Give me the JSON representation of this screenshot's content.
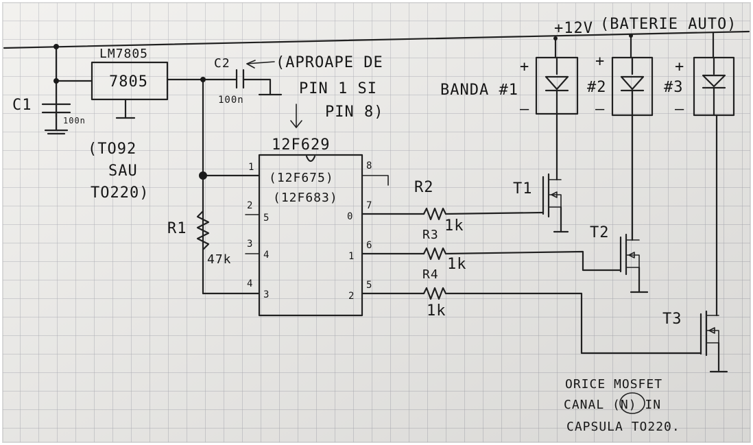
{
  "supply": {
    "label": "+12V",
    "note": "(BATERIE AUTO)"
  },
  "regulator": {
    "label": "LM7805",
    "body": "7805",
    "package_note_lines": [
      "(TO92",
      "SAU",
      "TO220)"
    ]
  },
  "c1": {
    "label": "C1",
    "value": "100n"
  },
  "c2": {
    "label": "C2",
    "value": "100n",
    "note_lines": [
      "(APROAPE DE",
      "PIN 1 SI",
      "PIN 8)"
    ]
  },
  "mcu": {
    "label": "12F629",
    "alt1": "(12F675)",
    "alt2": "(12F683)",
    "pins_left": [
      {
        "num": "1",
        "func": ""
      },
      {
        "num": "2",
        "func": "5"
      },
      {
        "num": "3",
        "func": "4"
      },
      {
        "num": "4",
        "func": "3"
      }
    ],
    "pins_right": [
      {
        "num": "8",
        "func": ""
      },
      {
        "num": "7",
        "func": "0"
      },
      {
        "num": "6",
        "func": "1"
      },
      {
        "num": "5",
        "func": "2"
      }
    ]
  },
  "r1": {
    "label": "R1",
    "value": "47k"
  },
  "r2": {
    "label": "R2",
    "value": "1k"
  },
  "r3": {
    "label": "R3",
    "value": "1k"
  },
  "r4": {
    "label": "R4",
    "value": "1k"
  },
  "leds": [
    {
      "label": "BANDA #1",
      "plus": "+",
      "minus": "–"
    },
    {
      "label": "#2",
      "plus": "+",
      "minus": "–"
    },
    {
      "label": "#3",
      "plus": "+",
      "minus": "–"
    }
  ],
  "transistors": [
    "T1",
    "T2",
    "T3"
  ],
  "mosfet_note_lines": [
    "ORICE MOSFET",
    "CANAL (N) IN",
    "CAPSULA TO220."
  ],
  "colors": {
    "paper": "#f0efec",
    "grid": "#a9aab2",
    "ink": "#1c1c1c",
    "frame": "#d8d8d8"
  }
}
